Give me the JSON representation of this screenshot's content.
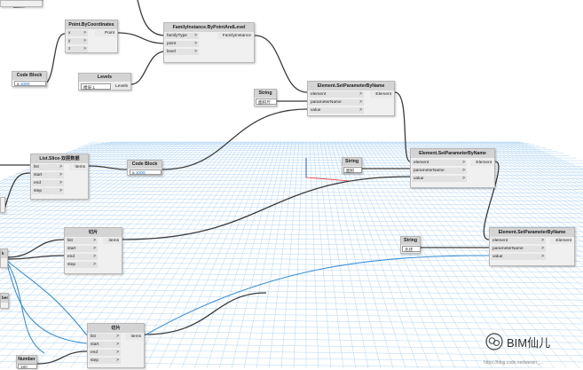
{
  "nodes": {
    "point": {
      "title": "Point.ByCoordinates",
      "inputs": [
        "x",
        "y",
        "z"
      ],
      "output": "Point"
    },
    "family": {
      "title": "FamilyInstance.ByPointAndLevel",
      "inputs": [
        "familyType",
        "point",
        "level"
      ],
      "output": "FamilyInstance"
    },
    "codeblock1": {
      "title": "Code Block",
      "value": "1000;"
    },
    "levels": {
      "title": "Levels",
      "value": "楼层 1",
      "output": "Levels"
    },
    "string1": {
      "title": "String",
      "value": "面积尺"
    },
    "setparam1": {
      "title": "Element.SetParameterByName",
      "inputs": [
        "element",
        "parameterName",
        "value"
      ],
      "output": "Element"
    },
    "listslice": {
      "title": "List.Slice-双层数据",
      "inputs": [
        "list",
        "start",
        "end",
        "step"
      ],
      "output": "items"
    },
    "codeblock2": {
      "title": "Code Block",
      "value": "1000;"
    },
    "string2": {
      "title": "String",
      "value": "面积"
    },
    "setparam2": {
      "title": "Element.SetParameterByName",
      "inputs": [
        "element",
        "parameterName",
        "value"
      ],
      "output": "Element"
    },
    "slice2": {
      "title": "切片",
      "inputs": [
        "list",
        "start",
        "end",
        "step"
      ],
      "output": "items"
    },
    "string3": {
      "title": "String",
      "value": "毛坯"
    },
    "setparam3": {
      "title": "Element.SetParameterByName",
      "inputs": [
        "element",
        "parameterName",
        "value"
      ],
      "output": "Element"
    },
    "number": {
      "title": "Number",
      "value": "180"
    },
    "slice3": {
      "title": "切片",
      "inputs": [
        "list",
        "start",
        "end",
        "step"
      ],
      "output": "items"
    },
    "edge_left1": {
      "title": "ber"
    },
    "edge_left2": {
      "title": "k"
    }
  },
  "watermark": {
    "text": "BIM仙儿",
    "url": "https://blog.csdn.net/weixin_..."
  },
  "colors": {
    "wire_dark": "#3a3a3a",
    "wire_blue": "#3b8fd6",
    "grid_blue": "#5aa4e6",
    "node_header": "#d4d4d4",
    "node_body": "#f0f0f0"
  }
}
